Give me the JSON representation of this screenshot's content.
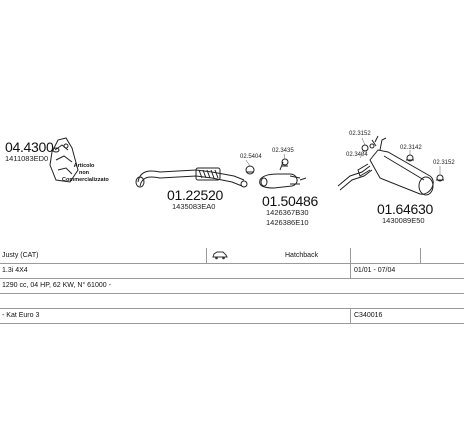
{
  "diagram": {
    "parts": [
      {
        "number": "04.4300",
        "oem": "1411083ED0"
      },
      {
        "number": "01.22520",
        "oem": "1435083EA0"
      },
      {
        "number": "01.50486",
        "oem1": "1426367B30",
        "oem2": "1426386E10"
      },
      {
        "number": "01.64630",
        "oem": "1430089E50"
      }
    ],
    "fittings": [
      "02.5404",
      "02.3435",
      "02.3152",
      "02.3404",
      "02.3142",
      "02.3152"
    ],
    "note": [
      "Articolo",
      "non",
      "Commercializzato"
    ]
  },
  "table": {
    "model": "Justy (CAT)",
    "body": "Hatchback",
    "engine": "1.3i 4X4",
    "dates": "01/01 - 07/04",
    "specs": "1290 cc, 04 HP, 62 KW, N° 61000 -",
    "kit": "- Kat Euro 3",
    "code": "C340016"
  }
}
